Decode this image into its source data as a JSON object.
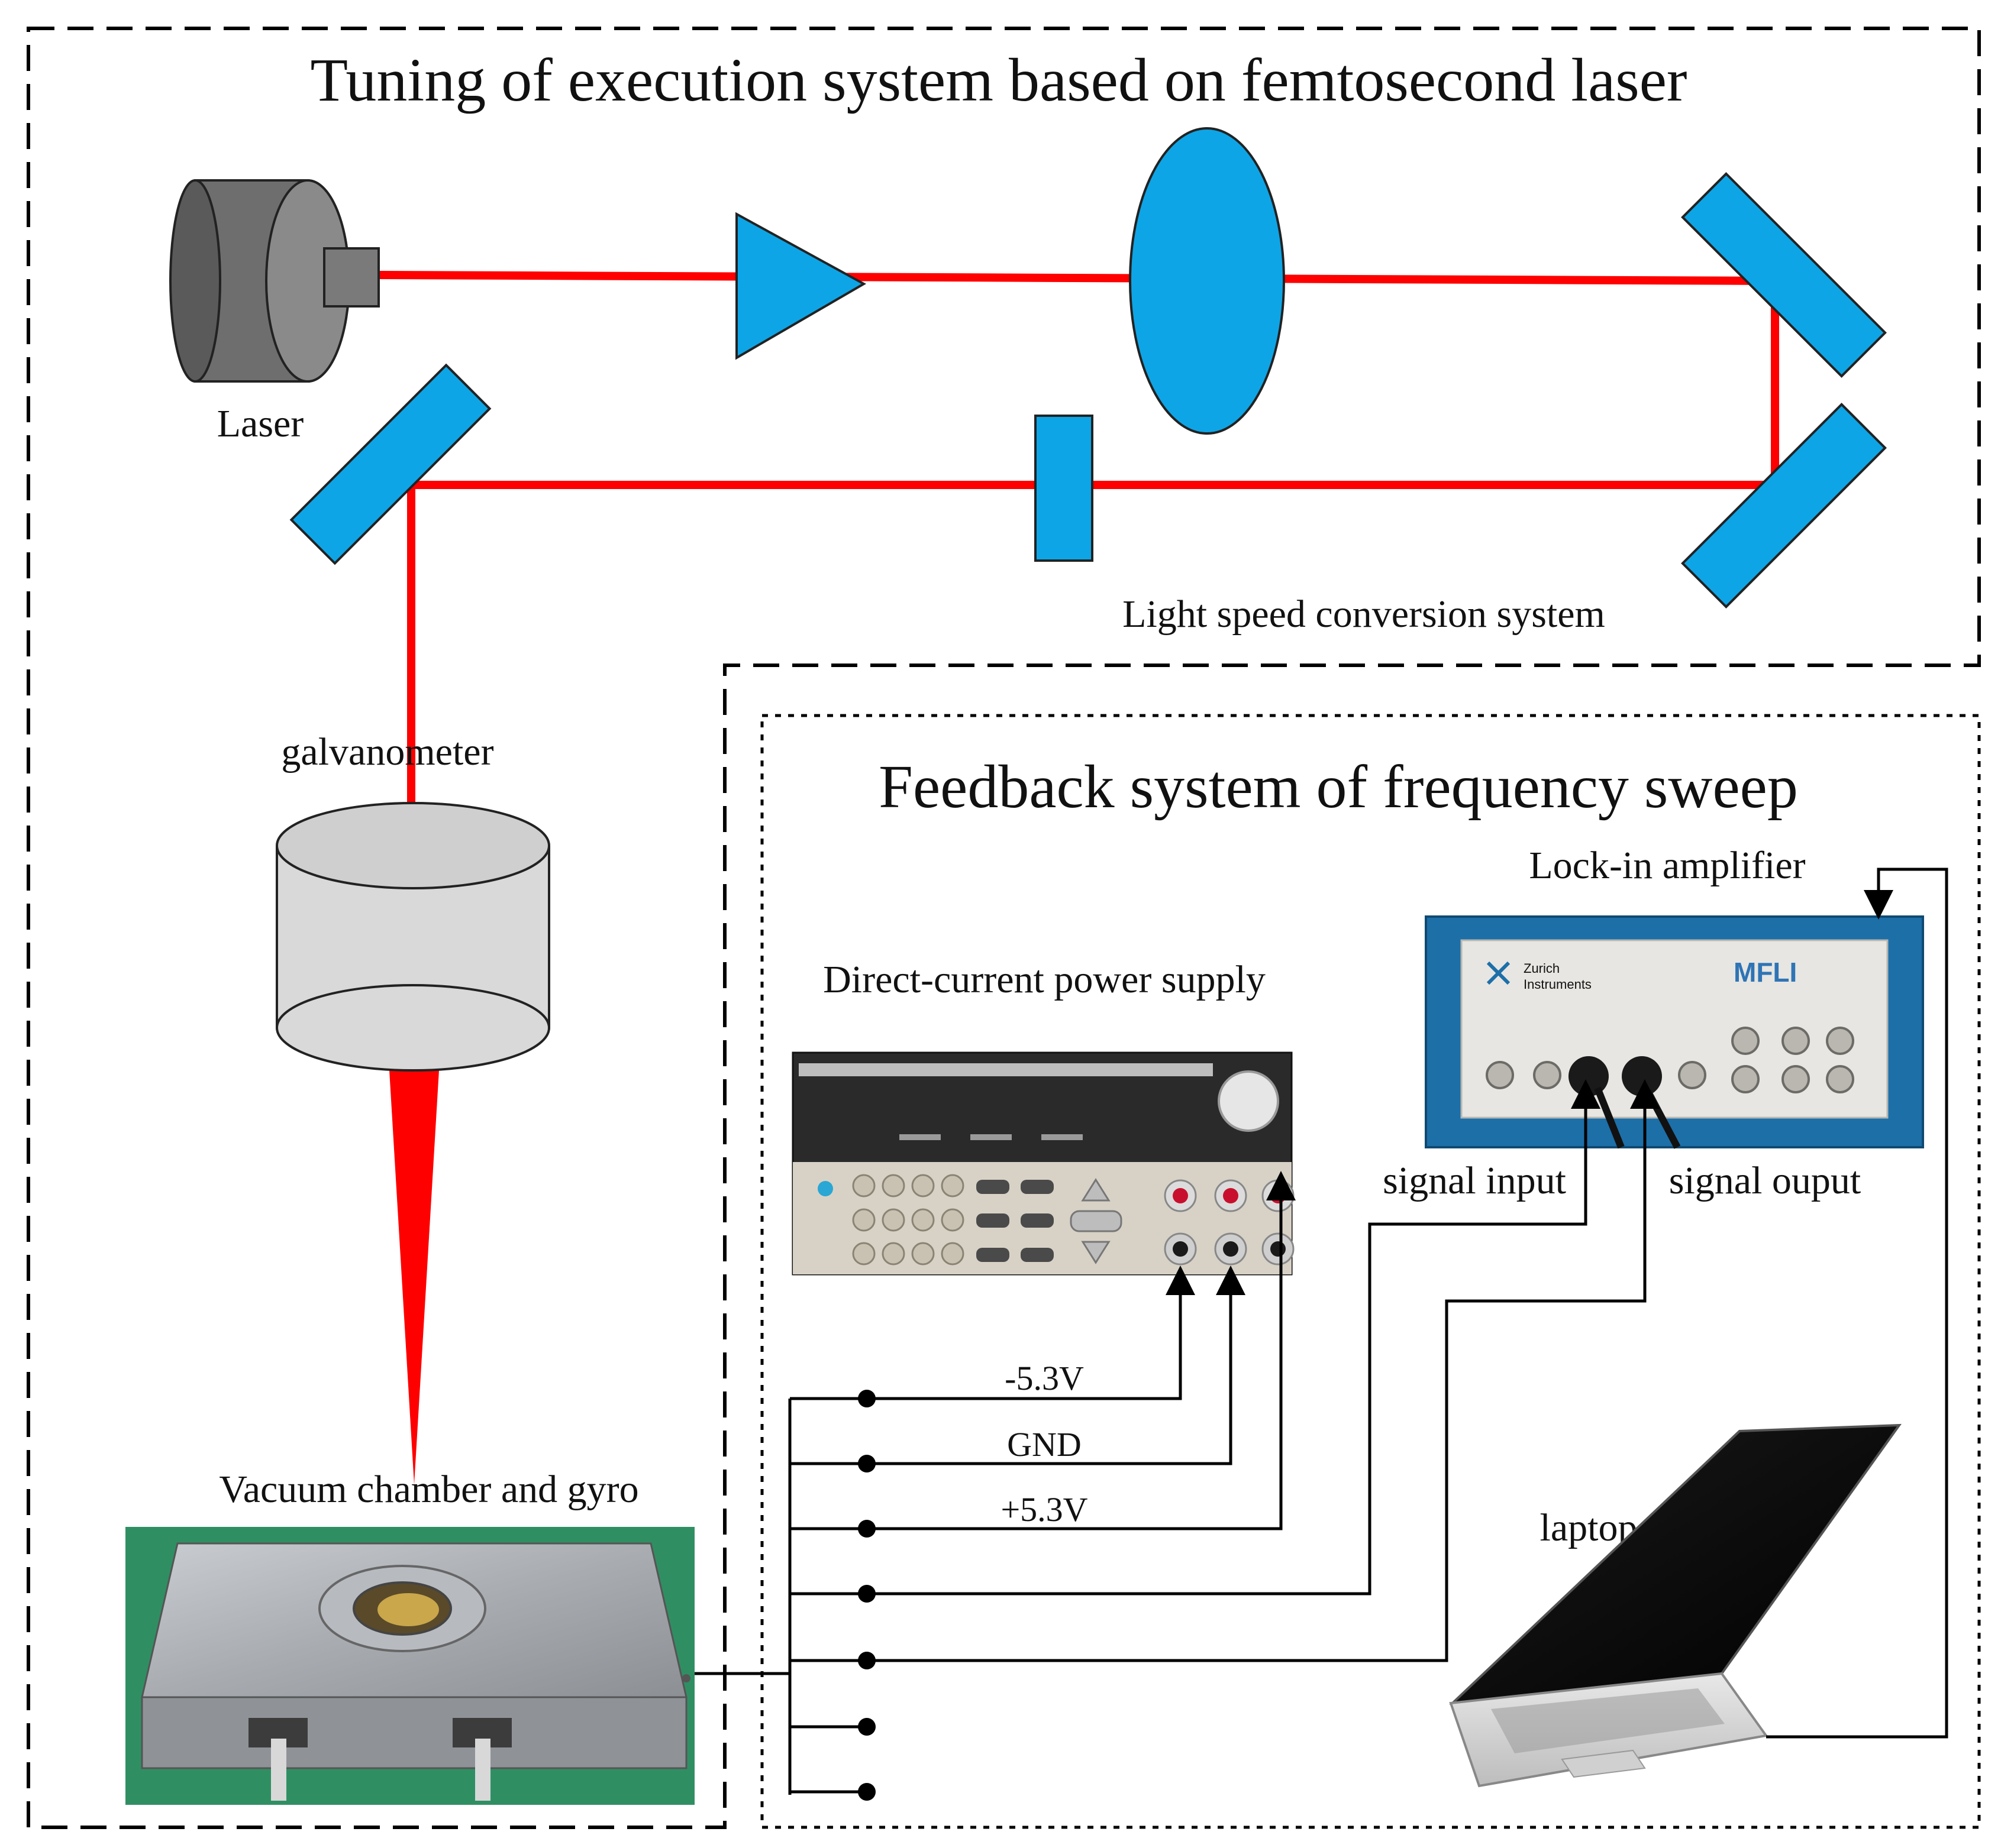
{
  "title_execution": "Tuning of execution system based on femtosecond laser",
  "title_feedback": "Feedback system of frequency sweep",
  "labels": {
    "laser": "Laser",
    "light_speed": "Light speed conversion system",
    "galvanometer": "galvanometer",
    "vacuum": "Vacuum chamber and gyro",
    "dc_power": "Direct-current power supply",
    "lockin": "Lock-in amplifier",
    "signal_input": "signal input",
    "signal_output": "signal ouput",
    "laptop": "laptop"
  },
  "voltages": {
    "neg": "-5.3V",
    "gnd": "GND",
    "pos": "+5.3V"
  },
  "device_text": {
    "lockin_brand": "MFLI",
    "lockin_maker_line1": "Zurich",
    "lockin_maker_line2": "Instruments"
  },
  "colors": {
    "beam": "#ff0000",
    "optic": "#0ea5e6",
    "laser_body": "#707070",
    "lockin_frame": "#1d6fa8",
    "wire": "#000000"
  }
}
